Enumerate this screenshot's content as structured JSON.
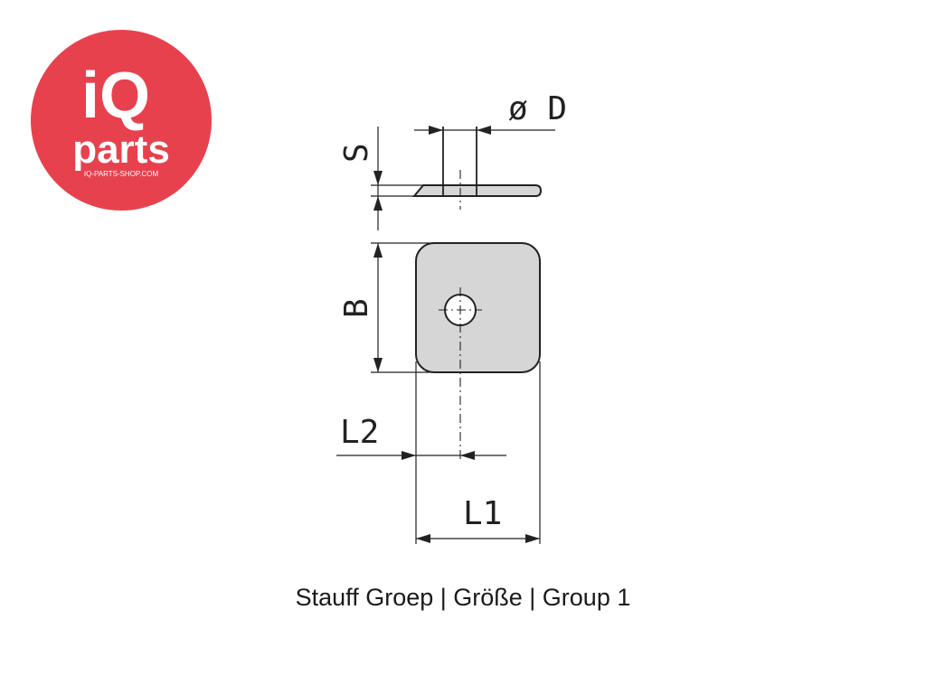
{
  "logo": {
    "line1": "iQ",
    "line2": "parts",
    "tagline": "IQ-PARTS-SHOP.COM",
    "bg_color": "#e8414e",
    "text_color": "#ffffff"
  },
  "drawing": {
    "labels": {
      "thickness": "S",
      "diameter": "ø D",
      "width": "B",
      "hole_offset": "L2",
      "length": "L1"
    },
    "part_fill": "#d6d6d6",
    "line_color": "#222222"
  },
  "caption": "Stauff Groep | Größe | Group 1"
}
